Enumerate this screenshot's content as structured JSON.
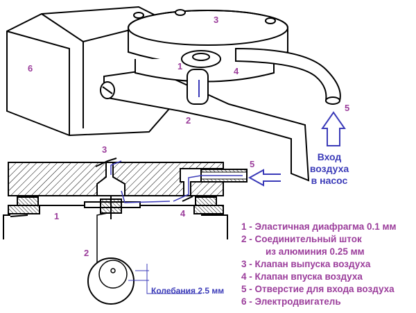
{
  "labels": {
    "n1": "1",
    "n2": "2",
    "n3": "3",
    "n4": "4",
    "n5": "5",
    "n6": "6"
  },
  "inlet": {
    "line1": "Вход",
    "line2": "воздуха",
    "line3": "в насос"
  },
  "oscillation": "Колебания 2.5 мм",
  "legend": [
    "1 - Эластичная диафрагма 0.1 мм",
    "2 - Соединительный шток",
    "из алюминия 0.25 мм",
    "3 - Клапан выпуска воздуха",
    "4 - Клапан впуска воздуха",
    "5 - Отверстие для входа воздуха",
    "6 - Электродвигатель"
  ],
  "colors": {
    "label": "#9b3d9b",
    "flow": "#3a3ab8"
  }
}
